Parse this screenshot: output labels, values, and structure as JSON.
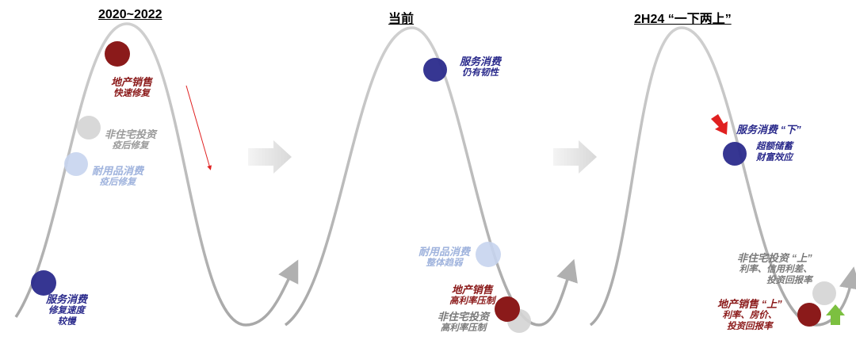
{
  "panels": [
    {
      "title": "2020~2022",
      "labels": {
        "property_sales": {
          "title": "地产销售",
          "sub": "快速修复"
        },
        "non_res_invest": {
          "title": "非住宅投资",
          "sub": "疫后修复"
        },
        "durable_consumption": {
          "title": "耐用品消费",
          "sub": "疫后修复"
        },
        "service_consumption": {
          "title": "服务消费",
          "sub1": "修复速度",
          "sub2": "较慢"
        }
      }
    },
    {
      "title": "当前",
      "labels": {
        "service_consumption": {
          "title": "服务消费",
          "sub": "仍有韧性"
        },
        "durable_consumption": {
          "title": "耐用品消费",
          "sub": "整体趋弱"
        },
        "property_sales": {
          "title": "地产销售",
          "sub": "高利率压制"
        },
        "non_res_invest": {
          "title": "非住宅投资",
          "sub": "高利率压制"
        }
      }
    },
    {
      "title": "2H24 “一下两上”",
      "labels": {
        "service_consumption": {
          "title": "服务消费 “下”",
          "sub1": "超额储蓄",
          "sub2": "财富效应"
        },
        "non_res_invest": {
          "title": "非住宅投资 “上”",
          "sub1": "利率、信用利差、",
          "sub2": "投资回报率"
        },
        "property_sales": {
          "title": "地产销售 “上”",
          "sub1": "利率、房价、",
          "sub2": "投资回报率"
        }
      }
    }
  ],
  "colors": {
    "red": "#8b1a1a",
    "navy": "#2b2b8c",
    "light_blue": "#b8c8ea",
    "grey": "#cfcfcf",
    "curve": "#c0c0c0",
    "arrow_grey": "#e0e0e0",
    "down_arrow": "#e02020",
    "up_arrow": "#7cc040"
  },
  "icons": {
    "panel_transition": "right-arrow-icon",
    "down_marker": "down-arrow-icon",
    "up_marker": "up-arrow-icon"
  }
}
